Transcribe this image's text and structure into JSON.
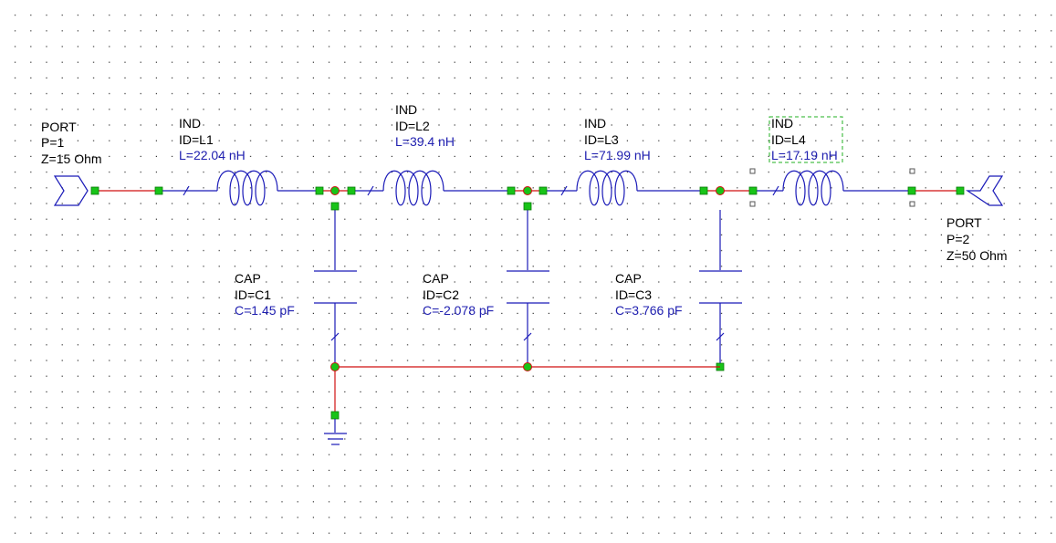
{
  "colors": {
    "wire": "#d01010",
    "component": "#1a1ab8",
    "node": "#18c418",
    "label_param": "#2020b0",
    "selection": "#20b020",
    "grid_dot": "#303030"
  },
  "ports": [
    {
      "type": "PORT",
      "p": "P=1",
      "z": "Z=15 Ohm"
    },
    {
      "type": "PORT",
      "p": "P=2",
      "z": "Z=50 Ohm"
    }
  ],
  "inductors": [
    {
      "type": "IND",
      "id": "ID=L1",
      "value": "L=22.04 nH"
    },
    {
      "type": "IND",
      "id": "ID=L2",
      "value": "L=39.4 nH"
    },
    {
      "type": "IND",
      "id": "ID=L3",
      "value": "L=71.99 nH"
    },
    {
      "type": "IND",
      "id": "ID=L4",
      "value": "L=17.19 nH",
      "selected": true
    }
  ],
  "capacitors": [
    {
      "type": "CAP",
      "id": "ID=C1",
      "value": "C=1.45 pF"
    },
    {
      "type": "CAP",
      "id": "ID=C2",
      "value": "C=-2.078 pF"
    },
    {
      "type": "CAP",
      "id": "ID=C3",
      "value": "C=3.766 pF"
    }
  ],
  "ground": {
    "icon": "ground-icon"
  }
}
